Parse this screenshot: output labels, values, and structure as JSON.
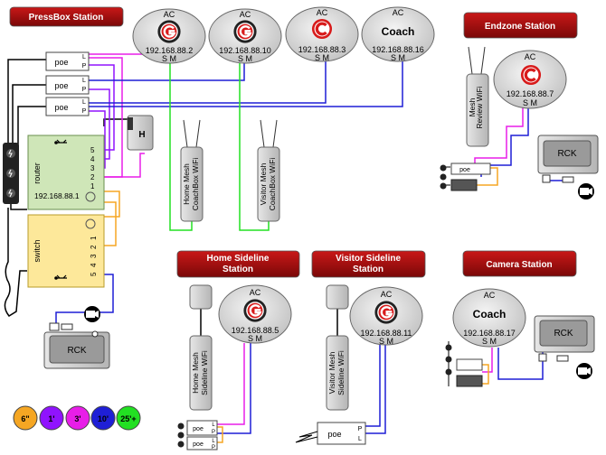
{
  "stations": {
    "pressbox": "PressBox Station",
    "endzone": "Endzone Station",
    "home_sideline": [
      "Home Sideline",
      "Station"
    ],
    "visitor_sideline": [
      "Visitor Sideline",
      "Station"
    ],
    "camera": "Camera Station"
  },
  "access_points": [
    {
      "id": "ac1",
      "label": "AC",
      "ip": "192.168.88.2",
      "ports": "S M",
      "logo": "helmet-g-logo"
    },
    {
      "id": "ac2",
      "label": "AC",
      "ip": "192.168.88.10",
      "ports": "S M",
      "logo": "helmet-g-logo"
    },
    {
      "id": "ac3",
      "label": "AC",
      "ip": "192.168.88.3",
      "ports": "S M",
      "logo": "c-logo"
    },
    {
      "id": "ac4",
      "label": "AC",
      "name": "Coach",
      "ip": "192.168.88.16",
      "ports": "S M"
    },
    {
      "id": "ac5",
      "label": "AC",
      "ip": "192.168.88.7",
      "ports": "S M",
      "logo": "c-logo"
    },
    {
      "id": "ac6",
      "label": "AC",
      "ip": "192.168.88.5",
      "ports": "S M",
      "logo": "helmet-g-logo"
    },
    {
      "id": "ac7",
      "label": "AC",
      "ip": "192.168.88.11",
      "ports": "S M",
      "logo": "helmet-g-logo"
    },
    {
      "id": "ac8",
      "label": "AC",
      "name": "Coach",
      "ip": "192.168.88.17",
      "ports": "S M"
    }
  ],
  "poe": {
    "label": "poe",
    "port_l": "L",
    "port_p": "P"
  },
  "router": {
    "label": "router",
    "ip": "192.168.88.1",
    "ports": [
      "5",
      "4",
      "3",
      "2",
      "1"
    ]
  },
  "switch": {
    "label": "switch",
    "ports": [
      "1",
      "2",
      "3",
      "4",
      "5"
    ]
  },
  "hub": {
    "label": "H"
  },
  "rck": "RCK",
  "wifi_units": {
    "home_coachbox": [
      "Home Mesh",
      "CoachBox WiFi"
    ],
    "visitor_coachbox": [
      "Visitor Mesh",
      "CoachBox WiFi"
    ],
    "review": [
      "Mesh",
      "Review WiFi"
    ],
    "home_sideline": [
      "Home Mesh",
      "Sideline WiFi"
    ],
    "visitor_sideline": [
      "Visitor Mesh",
      "Sideline WiFi"
    ]
  },
  "legend": [
    {
      "label": "6\"",
      "color": "#f5a623"
    },
    {
      "label": "1'",
      "color": "#9013fe"
    },
    {
      "label": "3'",
      "color": "#e81ee8"
    },
    {
      "label": "10'",
      "color": "#1f1fd6"
    },
    {
      "label": "25'+",
      "color": "#22e022"
    }
  ],
  "colors": {
    "banner": "#9a0e0e",
    "router_fill": "#cfe6b8",
    "switch_fill": "#fde89a",
    "device_grey": "#d3d3d3",
    "cable_orange": "#f5a623",
    "cable_purple": "#9013fe",
    "cable_magenta": "#e81ee8",
    "cable_blue": "#1f1fd6",
    "cable_green": "#22e022"
  }
}
